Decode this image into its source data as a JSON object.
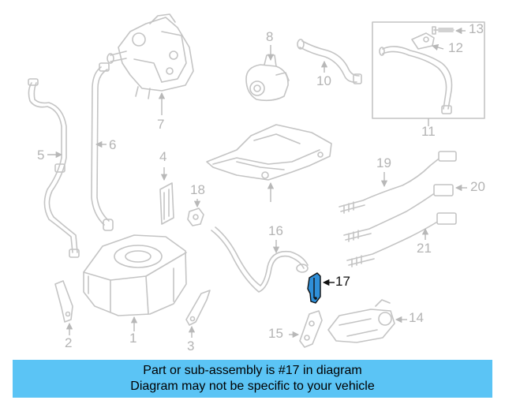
{
  "diagram": {
    "callouts": {
      "c1": "1",
      "c2": "2",
      "c3": "3",
      "c4": "4",
      "c5": "5",
      "c6": "6",
      "c7": "7",
      "c8": "8",
      "c10": "10",
      "c11": "11",
      "c12": "12",
      "c13": "13",
      "c14": "14",
      "c15": "15",
      "c16": "16",
      "c17": "17",
      "c18": "18",
      "c19": "19",
      "c20": "20",
      "c21": "21"
    },
    "highlight_color": "#2f8fd8",
    "callout_color": "#b4b4b4"
  },
  "banner": {
    "line1": "Part or sub-assembly is #17 in diagram",
    "line2": "Diagram may not be specific to your vehicle",
    "background": "#5bc4f5"
  }
}
